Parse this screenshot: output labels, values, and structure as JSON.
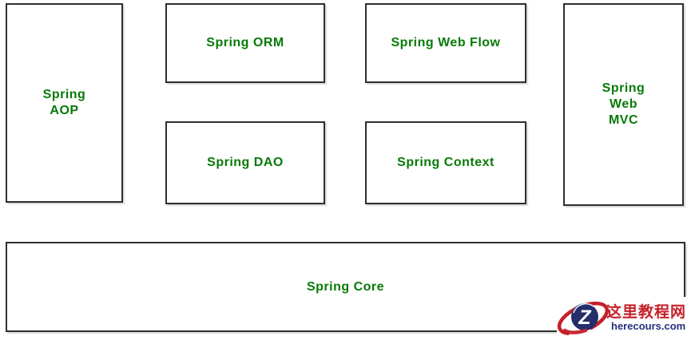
{
  "diagram": {
    "boxes": {
      "spring_aop": {
        "label": "Spring\nAOP"
      },
      "spring_orm": {
        "label": "Spring ORM"
      },
      "spring_web_flow": {
        "label": "Spring Web Flow"
      },
      "spring_dao": {
        "label": "Spring DAO"
      },
      "spring_context": {
        "label": "Spring Context"
      },
      "spring_web_mvc": {
        "label": "Spring\nWeb\nMVC"
      },
      "spring_core": {
        "label": "Spring Core"
      }
    }
  },
  "watermark": {
    "site_name": "这里教程网",
    "site_url": "herecours.com",
    "logo_letter": "Z"
  },
  "colors": {
    "label_green": "#077A07",
    "box_border": "#2E2E2E",
    "watermark_red": "#C5212A",
    "watermark_navy": "#25317A",
    "logo_circle": "#232E6B"
  }
}
